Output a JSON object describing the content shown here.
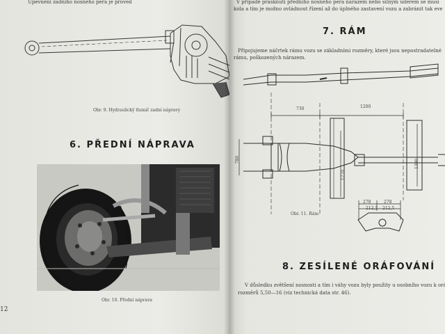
{
  "left_page": {
    "top_text": "Upevnění zadního nosného pera je provedeno",
    "fig9_caption": "Obr. 9. Hydraulický tlumič zadní nápravy",
    "section6_heading": "6. PŘEDNÍ NÁPRAVA",
    "fig10_caption": "Obr. 10. Přední náprava",
    "page_number": "12"
  },
  "right_page": {
    "top_text_1": "V případě prasknutí předního nosného pera nárazem nebo silným úderem se musí",
    "top_text_2": "kola a tím je možno ovládnout řízení až do úplného zastavení vozu a zabránit tak event. havariím.",
    "section7_heading": "7. RÁM",
    "para7_line1": "Připojujeme náčrtek rámu vozu se základními rozměry, které jsou nepostradatelné při vyrovnávání",
    "para7_line2": "rámu, poškozených nárazem.",
    "fig11_caption": "Obr. 11. Rám",
    "section8_heading": "8. ZESÍLENÉ ORÁFOVÁNÍ",
    "para8_line1": "V důsledku zvětšení nosnosti a tím i váhy vozu byly použity u osobního vozu k oráfování kola",
    "para8_line2": "rozměrů 5,50—16 (viz technická data str. 46).",
    "dimensions": {
      "d730": "730",
      "d1200": "1200",
      "d780": "780",
      "d1270": "1270",
      "d1300": "1300",
      "d278a": "278",
      "d278b": "278",
      "d2125a": "212,5",
      "d2125b": "212,5"
    }
  },
  "colors": {
    "paper": "#e8e8e4",
    "ink": "#2a2a2a",
    "photo_dark": "#1a1a1a"
  }
}
